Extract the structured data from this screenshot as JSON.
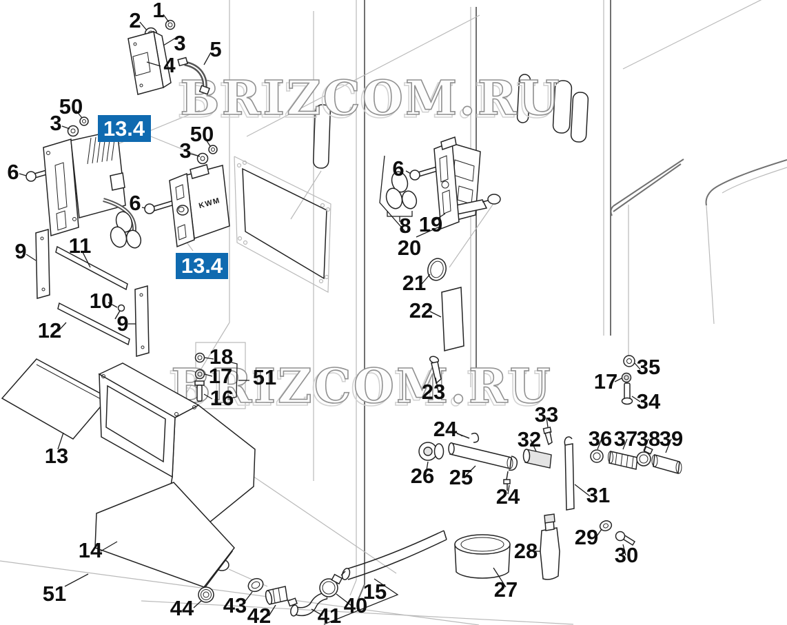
{
  "diagram": {
    "type": "exploded-parts-diagram",
    "watermark": {
      "text": "BRIZCOM.RU"
    },
    "section_badge": {
      "label": "13.4",
      "color": "#0f6ab0",
      "text_color": "#ffffff"
    },
    "panel_brand": "KWM",
    "callouts": [
      "1",
      "2",
      "3",
      "4",
      "5",
      "50",
      "3",
      "6",
      "50",
      "3",
      "6",
      "9",
      "11",
      "10",
      "9",
      "12",
      "13",
      "14",
      "51",
      "18",
      "17",
      "16",
      "51",
      "6",
      "8",
      "19",
      "20",
      "21",
      "22",
      "23",
      "24",
      "26",
      "25",
      "24",
      "32",
      "33",
      "31",
      "36",
      "37",
      "38",
      "39",
      "35",
      "17",
      "34",
      "29",
      "30",
      "28",
      "27",
      "44",
      "43",
      "42",
      "41",
      "40",
      "15"
    ]
  }
}
